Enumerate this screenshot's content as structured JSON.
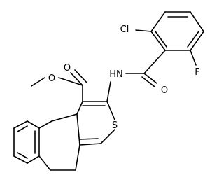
{
  "molecule": {
    "atoms": {
      "cl": "Cl",
      "f": "F",
      "o_ester_carbonyl": "O",
      "o_ester_ether": "O",
      "nh": "HN",
      "o_amide": "O",
      "s": "S"
    }
  }
}
